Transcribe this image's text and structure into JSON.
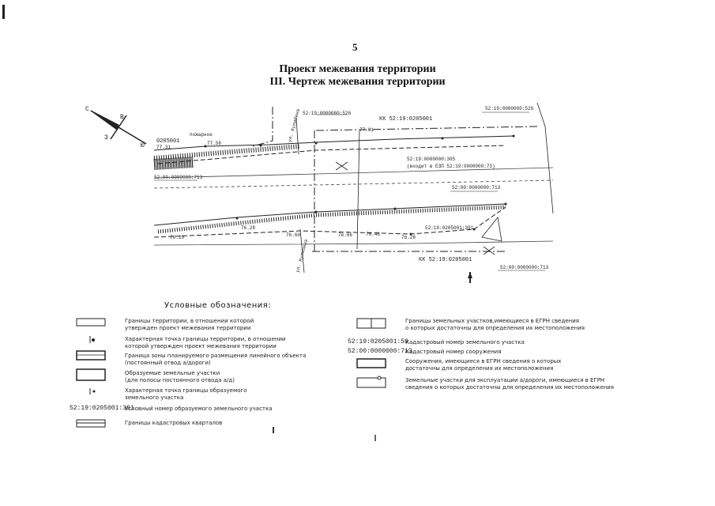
{
  "page": {
    "number": "5",
    "title_line1": "Проект межевания территории",
    "title_line2": "III. Чертеж межевания территории"
  },
  "drawing": {
    "compass_letters": [
      "С",
      "В",
      "Ю",
      "З"
    ],
    "labels": {
      "kk_top": "КК 52:19:0205001",
      "kk_bottom": "КК 52:19:0205001",
      "quarter_left": "0205001",
      "cad_top_left": "52:19:0000000:526",
      "cad_top_right": "52:19:0000000:526",
      "cad_left_road": "52:00:0000000:713",
      "cad_mid": "52:19:0000000:305",
      "cad_mid_note": "(входит в ЕЗП 52:19:0000000:73)",
      "cad_right_mid": "52:00:0000000:713",
      "cad_bottom_right": "52:00:0000000:713",
      "cad_bottom_mid": "52:19:0205001:391",
      "street1": "ул. Кулибина",
      "street2": "ул. Кулибина",
      "coord_1": "77.01",
      "coord_2": "77.58",
      "coord_3": "76.28",
      "coord_4": "76.66",
      "coord_5": "76.46",
      "coord_6": "76.28",
      "coord_7": "77.31",
      "coord_8": "76.29",
      "object_label": "пожарное"
    }
  },
  "legend": {
    "title": "Условные обозначения:",
    "left": [
      {
        "text": "Границы территории, в отношении которой\nутвержден проект межевания территории"
      },
      {
        "text": "Характерная точка границы территории, в отношении\nкоторой утвержден проект межевания территории"
      },
      {
        "text": "Граница зоны планируемого размещения линейного объекта\n(постоянный отвод а/дороги)"
      },
      {
        "text": "Образуемые земельные участки\n(для полосы постоянного отвода а/д)"
      },
      {
        "text": "Характерная точка границы образуемого\nземельного участка"
      },
      {
        "code": "52:19:0205001:391",
        "text": "Условный номер образуемого земельного участка"
      },
      {
        "text": "Границы кадастровых кварталов"
      }
    ],
    "right": [
      {
        "text": "Границы земельных участков,имеющиеся в ЕГРН сведения\nо которых достаточны для определения их местоположения"
      },
      {
        "code": "52:19:0205001:59",
        "text": "Кадастровый номер земельного участка"
      },
      {
        "code": "52:00:0000000:713",
        "text": "Кадастровый номер сооружения"
      },
      {
        "text": "Сооружения, имеющиеся в ЕГРН сведения о которых\nдостаточны для определения их местоположения"
      },
      {
        "text": "Земельные участки для эксплуатации а/дороги, имеющиеся в ЕГРН\nсведения о которых достаточны для определения их местоположения"
      }
    ]
  }
}
